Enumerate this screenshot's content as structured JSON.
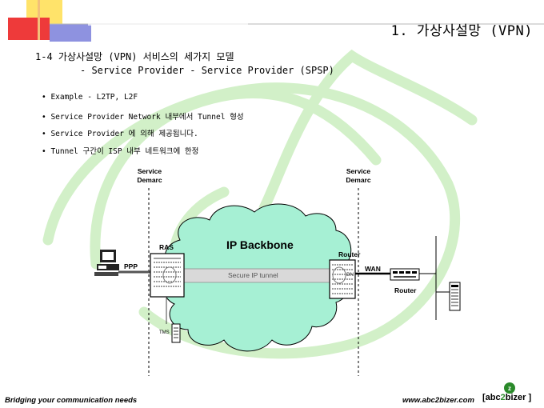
{
  "header": {
    "title": "1. 가상사설망 (VPN)"
  },
  "section": {
    "heading": "1-4 가상사설망 (VPN) 서비스의 세가지 모델",
    "model": "- Service Provider - Service Provider (SPSP)"
  },
  "bullets": [
    "Example - L2TP, L2F",
    "Service Provider Network 내부에서 Tunnel 형성",
    "Service Provider 에 의해 제공됩니다.",
    "Tunnel 구간이 ISP 내부 네트워크에 한정"
  ],
  "diagram": {
    "demarc_left": [
      "Service",
      "Demarc"
    ],
    "demarc_right": [
      "Service",
      "Demarc"
    ],
    "cloud_label": "IP Backbone",
    "ppp_label": "PPP",
    "ras_label": "RAS",
    "router_top_label": "Router",
    "wan_label": "WAN",
    "router_right_label": "Router",
    "tunnel_label": "Secure IP tunnel",
    "bn_label": "BN",
    "tms_label": "TMS"
  },
  "footer": {
    "tagline": "Bridging your communication needs",
    "url": "www.abc2bizer.com",
    "logo_open": "[abc",
    "logo_two": "2",
    "logo_close": "bizer ]"
  },
  "colors": {
    "swoosh": "#ccecc0",
    "cloud": "#a6f0d4",
    "logo_green": "#2a8a2a",
    "tunnel": "#d9d9d9"
  },
  "icons": [
    "pc-workstation-icon",
    "ras-server-icon",
    "router-icon",
    "modem-router-icon",
    "server-rack-icon",
    "tms-device-icon",
    "abc2bizer-logo-icon"
  ]
}
